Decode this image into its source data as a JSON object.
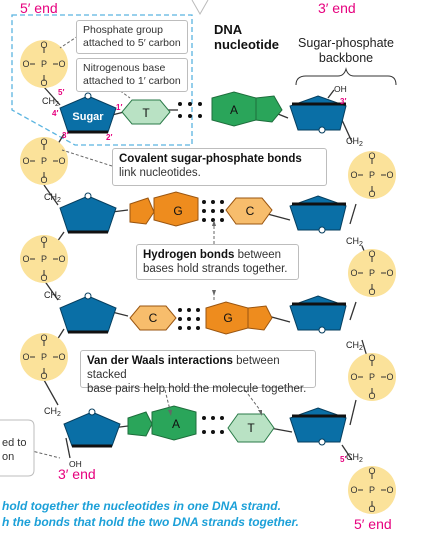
{
  "labels": {
    "end5_top_left": "5′ end",
    "end3_top_right": "3′ end",
    "end3_bottom_left": "3′ end",
    "end5_bottom_right": "5′ end",
    "dna_nucleotide_line1": "DNA",
    "dna_nucleotide_line2": "nucleotide",
    "backbone_line1": "Sugar-phosphate",
    "backbone_line2": "backbone",
    "phosphate_group_line1": "Phosphate group",
    "phosphate_group_line2": "attached to 5′ carbon",
    "nitrogenous_line1": "Nitrogenous base",
    "nitrogenous_line2": "attached to 1′ carbon",
    "sugar": "Sugar",
    "oh_top": "OH",
    "oh_bottom": "OH",
    "ch2": "CH",
    "ch2_sub": "2",
    "prime_5": "5′",
    "prime_4": "4′",
    "prime_3": "3′",
    "prime_2": "2′",
    "prime_1": "1′",
    "left_box_line1": "ed to",
    "left_box_line2": "on"
  },
  "callouts": {
    "covalent_bold": "Covalent sugar-phosphate bonds",
    "covalent_rest": "link nucleotides.",
    "hydrogen_bold": "Hydrogen bonds",
    "hydrogen_rest1": " between",
    "hydrogen_rest2": "bases hold strands together.",
    "vdw_bold": "Van der Waals interactions",
    "vdw_rest1": " between stacked",
    "vdw_rest2": "base pairs help hold the molecule together."
  },
  "bases": {
    "row1_left": "T",
    "row1_right": "A",
    "row2_left": "G",
    "row2_right": "C",
    "row3_left": "C",
    "row3_right": "G",
    "row4_left": "A",
    "row4_right": "T"
  },
  "phosphate": {
    "p": "P",
    "o": "O"
  },
  "captions": {
    "line1": "hold together the nucleotides in one DNA strand.",
    "line2": "h the bonds that hold the two DNA strands together."
  },
  "colors": {
    "sugar_blue": "#0a6fa6",
    "phosphate_yellow": "#fbe29a",
    "green_purine": "#2aa55a",
    "green_pyrimidine": "#b9e2c4",
    "orange_purine": "#ee8c1e",
    "orange_pyrimidine": "#f7bd6c",
    "prime_pink": "#e6007e",
    "dashed_blue": "#5ab4e0",
    "caption_blue": "#1ca0d8"
  }
}
